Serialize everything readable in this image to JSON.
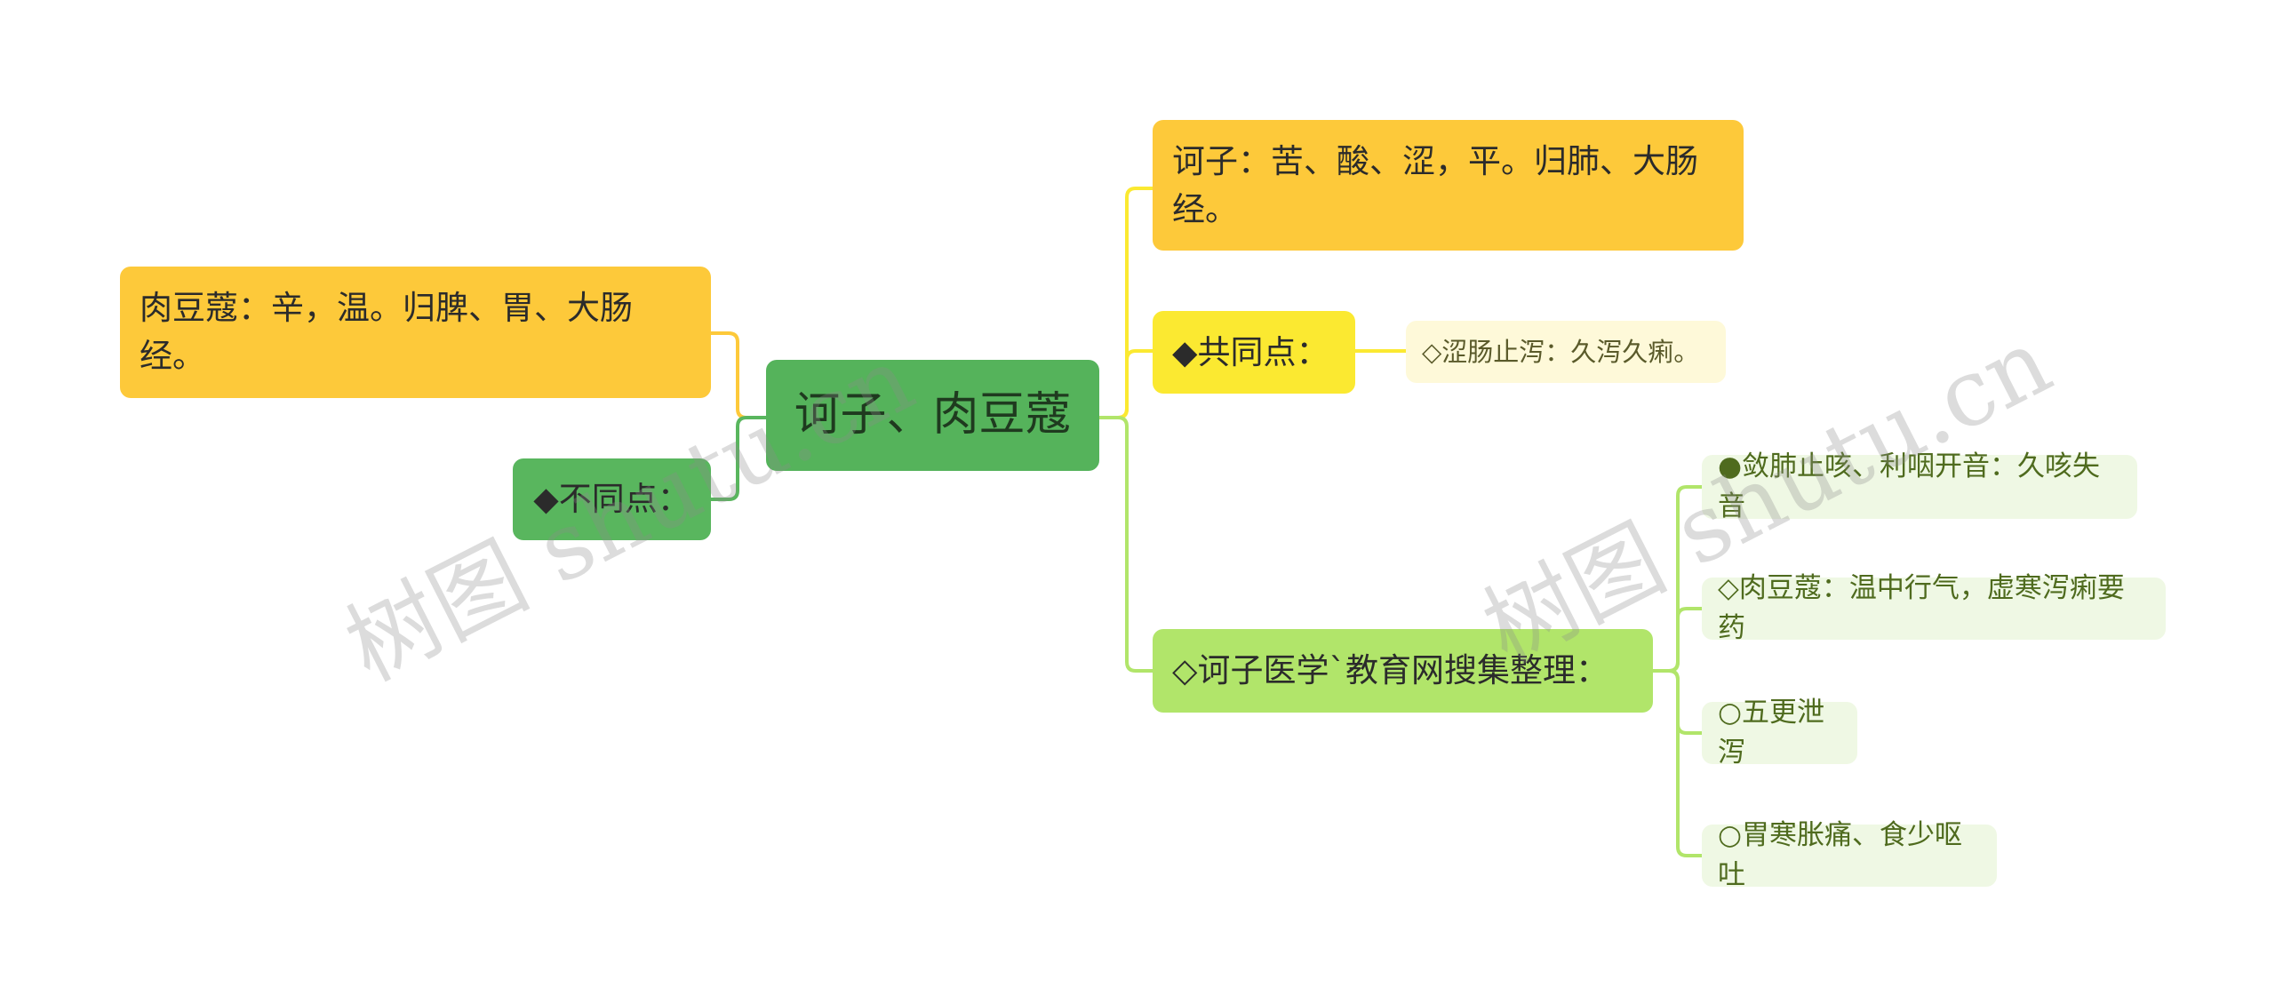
{
  "mindmap": {
    "central": "诃子、肉豆蔻",
    "left": {
      "roudoukou": "肉豆蔻：辛，温。归脾、胃、大肠经。",
      "butongdian": "◆不同点："
    },
    "right": {
      "hezi": "诃子：苦、酸、涩，平。归肺、大肠经。",
      "gongtongdian": "◆共同点：",
      "gongtongdian_detail": "◇涩肠止泻：久泻久痢。",
      "hezi_collect": "◇诃子医学`教育网搜集整理：",
      "details": [
        "●敛肺止咳、利咽开音：久咳失音",
        "◇肉豆蔻：温中行气，虚寒泻痢要药",
        "○五更泄泻",
        "○胃寒胀痛、食少呕吐"
      ]
    }
  },
  "watermark": {
    "left_text": "树图 shutu.cn",
    "right_text": "树图 shutu.cn",
    "color": "#8c8c8c"
  },
  "colors": {
    "central": "#55b35b",
    "orange": "#fdc93a",
    "yellow": "#fbe931",
    "lightgreen": "#b1e56a",
    "line_orange": "#fdc93a",
    "line_green": "#59b65e",
    "line_yellow": "#fbe931",
    "line_lightgreen": "#b1e56a"
  }
}
